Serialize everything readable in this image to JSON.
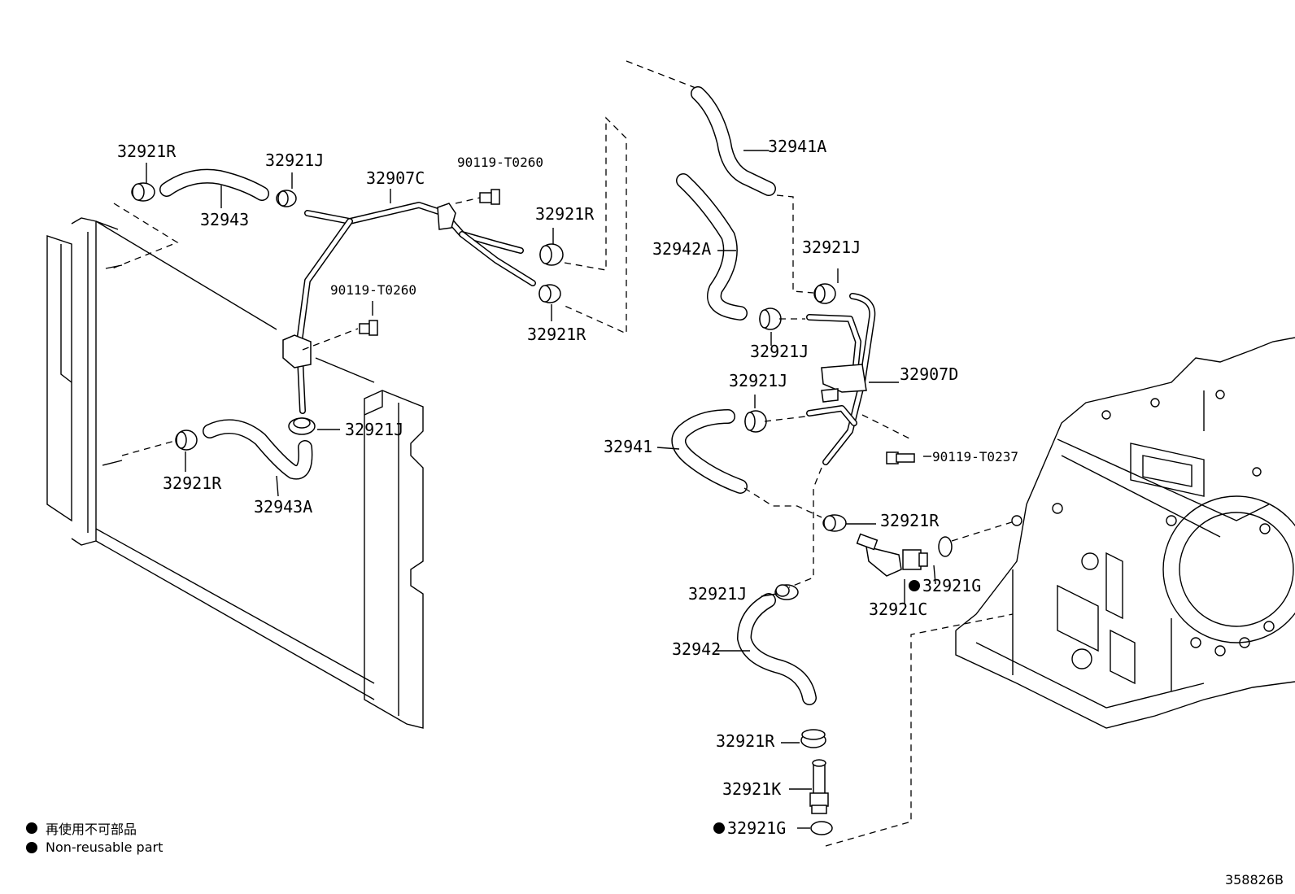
{
  "diagram": {
    "reference_code": "358826B",
    "legend": [
      {
        "symbol": "filled-circle",
        "text": "再使用不可部品"
      },
      {
        "symbol": "filled-circle",
        "text": "Non-reusable part"
      }
    ],
    "callouts": [
      {
        "id": "c1",
        "text": "32921R"
      },
      {
        "id": "c2",
        "text": "32921J"
      },
      {
        "id": "c3",
        "text": "32907C"
      },
      {
        "id": "c4",
        "text": "90119-T0260"
      },
      {
        "id": "c5",
        "text": "32943"
      },
      {
        "id": "c6",
        "text": "32921R"
      },
      {
        "id": "c7",
        "text": "90119-T0260"
      },
      {
        "id": "c8",
        "text": "32921R"
      },
      {
        "id": "c9",
        "text": "32921J"
      },
      {
        "id": "c10",
        "text": "32921R"
      },
      {
        "id": "c11",
        "text": "32943A"
      },
      {
        "id": "c12",
        "text": "32941A"
      },
      {
        "id": "c13",
        "text": "32942A"
      },
      {
        "id": "c14",
        "text": "32921J"
      },
      {
        "id": "c15",
        "text": "32921J"
      },
      {
        "id": "c16",
        "text": "32907D"
      },
      {
        "id": "c17",
        "text": "32921J"
      },
      {
        "id": "c18",
        "text": "32941"
      },
      {
        "id": "c19",
        "text": "90119-T0237"
      },
      {
        "id": "c20",
        "text": "32921R"
      },
      {
        "id": "c21",
        "text": "32921G",
        "non_reusable": true
      },
      {
        "id": "c22",
        "text": "32921C"
      },
      {
        "id": "c23",
        "text": "32921J"
      },
      {
        "id": "c24",
        "text": "32942"
      },
      {
        "id": "c25",
        "text": "32921R"
      },
      {
        "id": "c26",
        "text": "32921K"
      },
      {
        "id": "c27",
        "text": "32921G",
        "non_reusable": true
      }
    ]
  }
}
